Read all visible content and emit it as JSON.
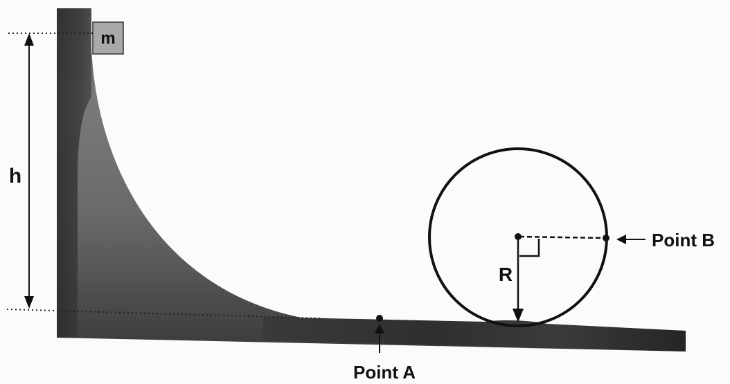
{
  "labels": {
    "mass": "m",
    "height": "h",
    "radius": "R",
    "point_a": "Point A",
    "point_b": "Point B"
  },
  "colors": {
    "ramp_dark": "#2c2c2c",
    "ramp_mid": "#6e6e6e",
    "ramp_light": "#8e8e8e",
    "block_fill": "#a9a9a9",
    "line": "#111111",
    "background": "#fbfbfa"
  },
  "icons": [
    "right-angle-marker-icon",
    "arrow-icon",
    "point-dot-icon"
  ]
}
